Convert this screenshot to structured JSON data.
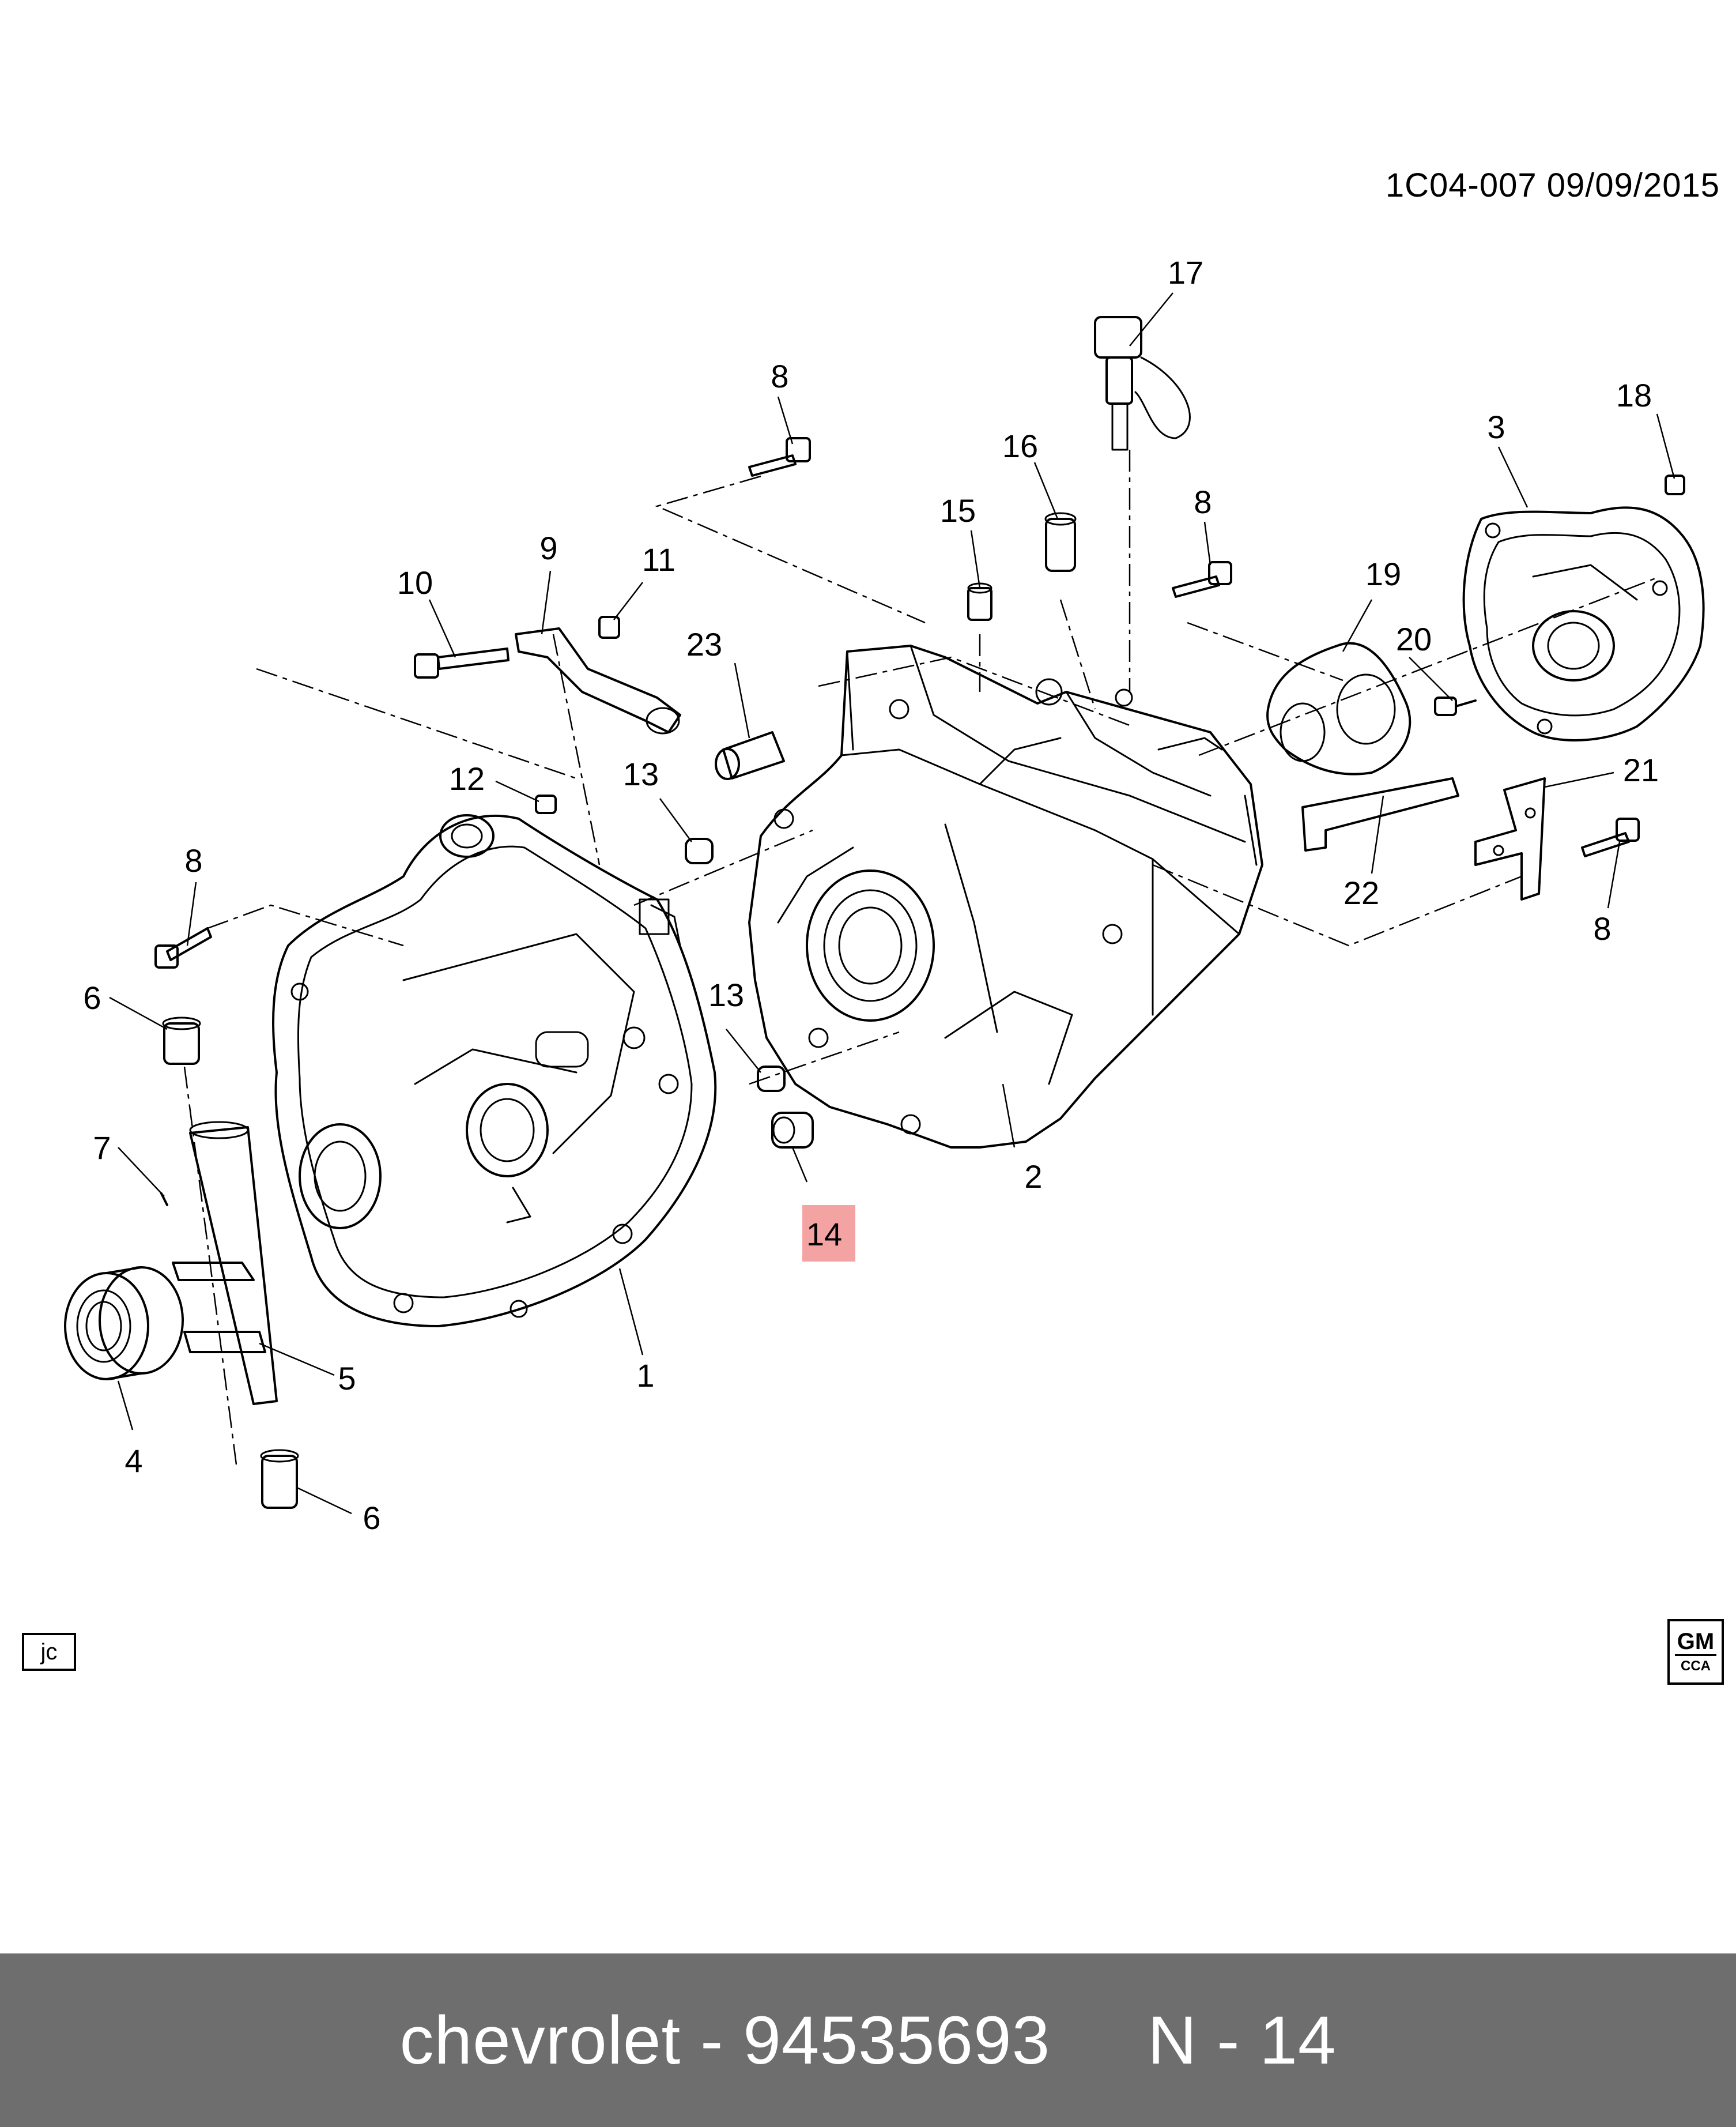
{
  "header": {
    "drawing_ref": "1C04-007  09/09/2015"
  },
  "corner_marks": {
    "left_tag": "jc",
    "logo_top": "GM",
    "logo_bottom": "CCA"
  },
  "callouts": {
    "c1": "1",
    "c2": "2",
    "c3": "3",
    "c4": "4",
    "c5": "5",
    "c6a": "6",
    "c6b": "6",
    "c7": "7",
    "c8a": "8",
    "c8b": "8",
    "c8c": "8",
    "c8d": "8",
    "c9": "9",
    "c10": "10",
    "c11": "11",
    "c12": "12",
    "c13a": "13",
    "c13b": "13",
    "c14": "14",
    "c15": "15",
    "c16": "16",
    "c17": "17",
    "c18": "18",
    "c19": "19",
    "c20": "20",
    "c21": "21",
    "c22": "22",
    "c23": "23"
  },
  "highlighted_callout": "14",
  "highlight_color": "#f4a3a3",
  "footer": {
    "caption": "chevrolet - 94535693     N - 14",
    "background": "#6e6e6e"
  }
}
